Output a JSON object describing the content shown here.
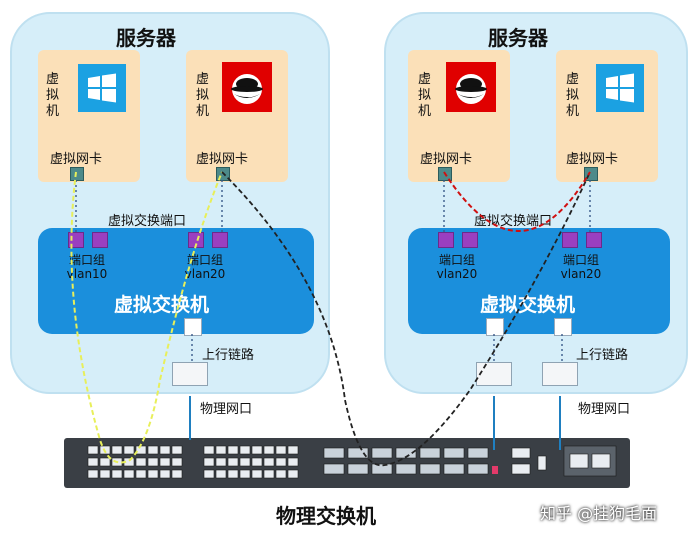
{
  "servers": [
    {
      "title": "服务器",
      "vms": [
        {
          "label": "虚拟机",
          "nic_label": "虚拟网卡",
          "os": "windows-icon"
        },
        {
          "label": "虚拟机",
          "nic_label": "虚拟网卡",
          "os": "redhat-icon"
        }
      ],
      "vswitch_ports_label": "虚拟交换端口",
      "port_groups": [
        {
          "label": "端口组",
          "vlan": "vlan10"
        },
        {
          "label": "端口组",
          "vlan": "vlan20"
        }
      ],
      "vswitch_title": "虚拟交换机",
      "uplink_label": "上行链路",
      "physical_port_label": "物理网口"
    },
    {
      "title": "服务器",
      "vms": [
        {
          "label": "虚拟机",
          "nic_label": "虚拟网卡",
          "os": "redhat-icon"
        },
        {
          "label": "虚拟机",
          "nic_label": "虚拟网卡",
          "os": "windows-icon"
        }
      ],
      "vswitch_ports_label": "虚拟交换端口",
      "port_groups": [
        {
          "label": "端口组",
          "vlan": "vlan20"
        },
        {
          "label": "端口组",
          "vlan": "vlan20"
        }
      ],
      "vswitch_title": "虚拟交换机",
      "uplink_label": "上行链路",
      "physical_port_label": "物理网口"
    }
  ],
  "physical_switch": {
    "title": "物理交换机"
  },
  "watermark": "知乎 @挂狗毛面",
  "colors": {
    "server_bg": "#d6eef9",
    "vm_bg": "#fbe0b8",
    "vswitch_bg": "#1b8fdc",
    "port_group": "#9a3fc0",
    "link_yellow": "#e8ef5a",
    "link_black": "#222222",
    "link_red": "#d01010",
    "windows_blue": "#1ba1e2",
    "redhat_red": "#e00000"
  }
}
